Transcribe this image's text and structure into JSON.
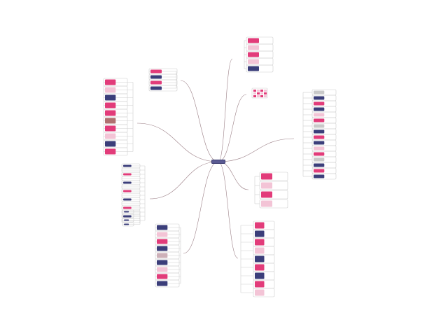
{
  "diagram": {
    "central_topic": "",
    "branches": [
      {
        "id": "top-left",
        "label": ""
      },
      {
        "id": "top-right",
        "label": ""
      },
      {
        "id": "mid-right",
        "label": ""
      },
      {
        "id": "right",
        "label": ""
      },
      {
        "id": "left-upper",
        "label": ""
      },
      {
        "id": "left-lower",
        "label": ""
      },
      {
        "id": "center-right",
        "label": ""
      },
      {
        "id": "bottom-left",
        "label": ""
      },
      {
        "id": "bottom-right",
        "label": ""
      }
    ]
  },
  "colors": {
    "line": "#9b7f86",
    "root": "#5a5a92",
    "accent_pink": "#e23c7a",
    "accent_navy": "#3b3e7a",
    "light_pink": "#f3c4d6",
    "gray_box": "#c9c9c9"
  }
}
